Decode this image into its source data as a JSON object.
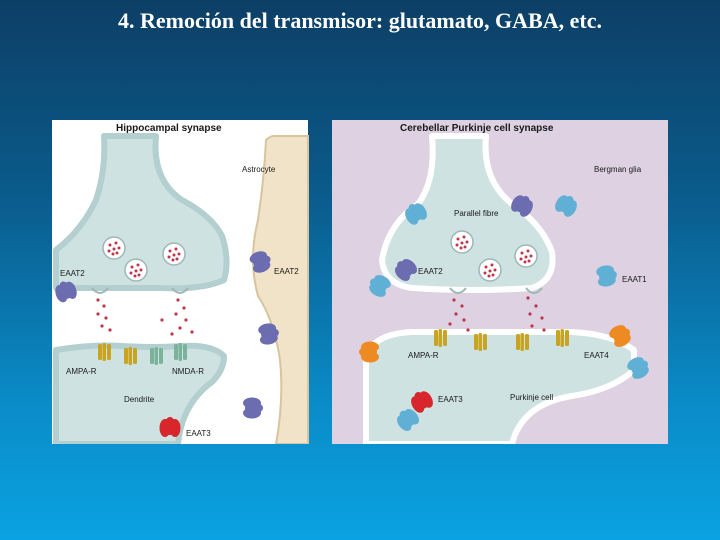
{
  "slide": {
    "title": "4.  Remoción del transmisor: glutamato, GABA, etc."
  },
  "figure": {
    "left_panel": {
      "title": "Hippocampal synapse",
      "astrocyte": "Astrocyte",
      "eaat2_left": "EAAT2",
      "eaat2_right": "EAAT2",
      "ampa": "AMPA-R",
      "nmda": "NMDA-R",
      "dendrite": "Dendrite",
      "eaat3": "EAAT3"
    },
    "right_panel": {
      "title": "Cerebellar Purkinje cell synapse",
      "bergman": "Bergman glia",
      "parallel": "Parallel fibre",
      "eaat2": "EAAT2",
      "eaat1": "EAAT1",
      "ampa": "AMPA-R",
      "eaat4": "EAAT4",
      "eaat3": "EAAT3",
      "purkinje": "Purkinje cell"
    },
    "colors": {
      "neuron": "#cfe2e2",
      "astrocyte": "#f1e3c8",
      "glia": "#ddd1e2",
      "eaat2": "#6c6cb0",
      "eaat1": "#5fb0d4",
      "eaat3": "#d7262c",
      "eaat4": "#ee8a22",
      "receptor": "#c8a420",
      "nmda": "#7ab39a"
    }
  }
}
